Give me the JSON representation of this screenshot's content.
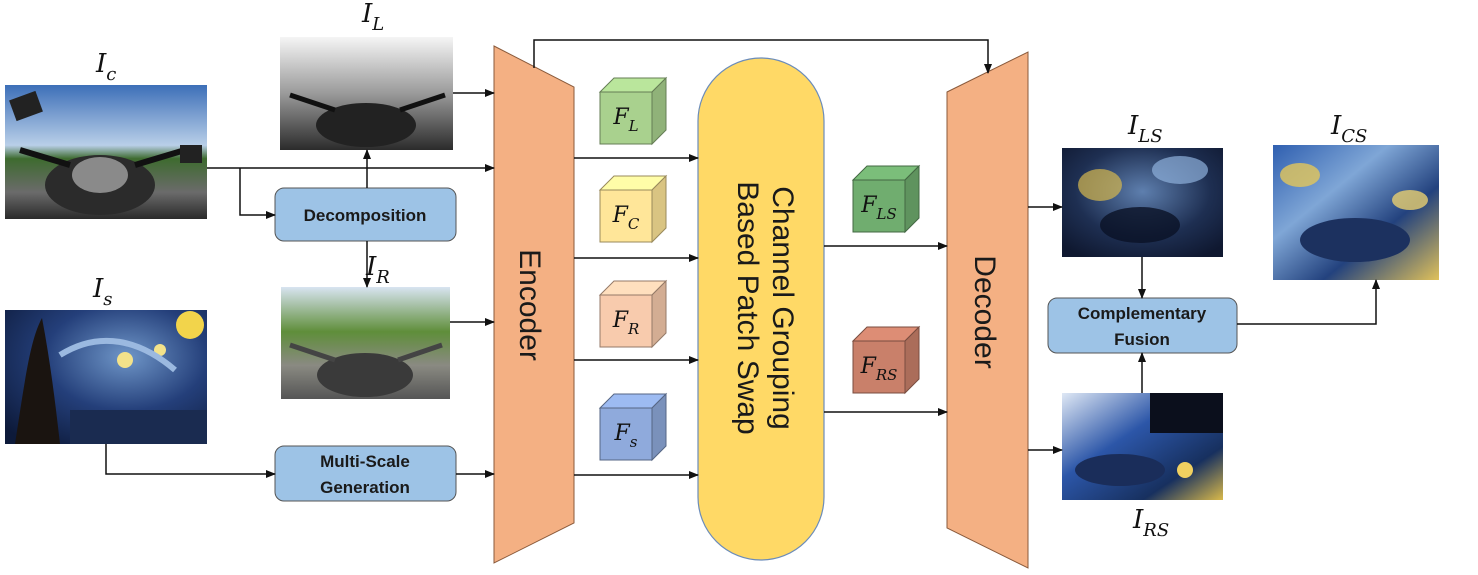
{
  "images": {
    "content": "I_c",
    "style": "I_s",
    "low_freq": "I_L",
    "reflect": "I_R",
    "ls_out": "I_LS",
    "rs_out": "I_RS",
    "cs_out": "I_CS"
  },
  "boxes": {
    "decomposition": "Decomposition",
    "multiscale_line1": "Multi-Scale",
    "multiscale_line2": "Generation",
    "fusion_line1": "Complementary",
    "fusion_line2": "Fusion"
  },
  "blocks": {
    "encoder": "Encoder",
    "decoder": "Decoder",
    "swap_line1": "Channel Grouping",
    "swap_line2": "Based Patch Swap"
  },
  "features": {
    "fl": "F_L",
    "fc": "F_C",
    "fr": "F_R",
    "fs": "F_s",
    "fls": "F_LS",
    "frs": "F_RS"
  },
  "colors": {
    "encoder_fill": "#f4b083",
    "swap_fill": "#ffd966",
    "box_fill": "#9dc3e6",
    "cube_green": "#a9d18e",
    "cube_yellow": "#ffe699",
    "cube_orange": "#f8cbad",
    "cube_blue": "#8faadc",
    "cube_darkgreen": "#70ad6f",
    "cube_brown": "#c9806a"
  }
}
